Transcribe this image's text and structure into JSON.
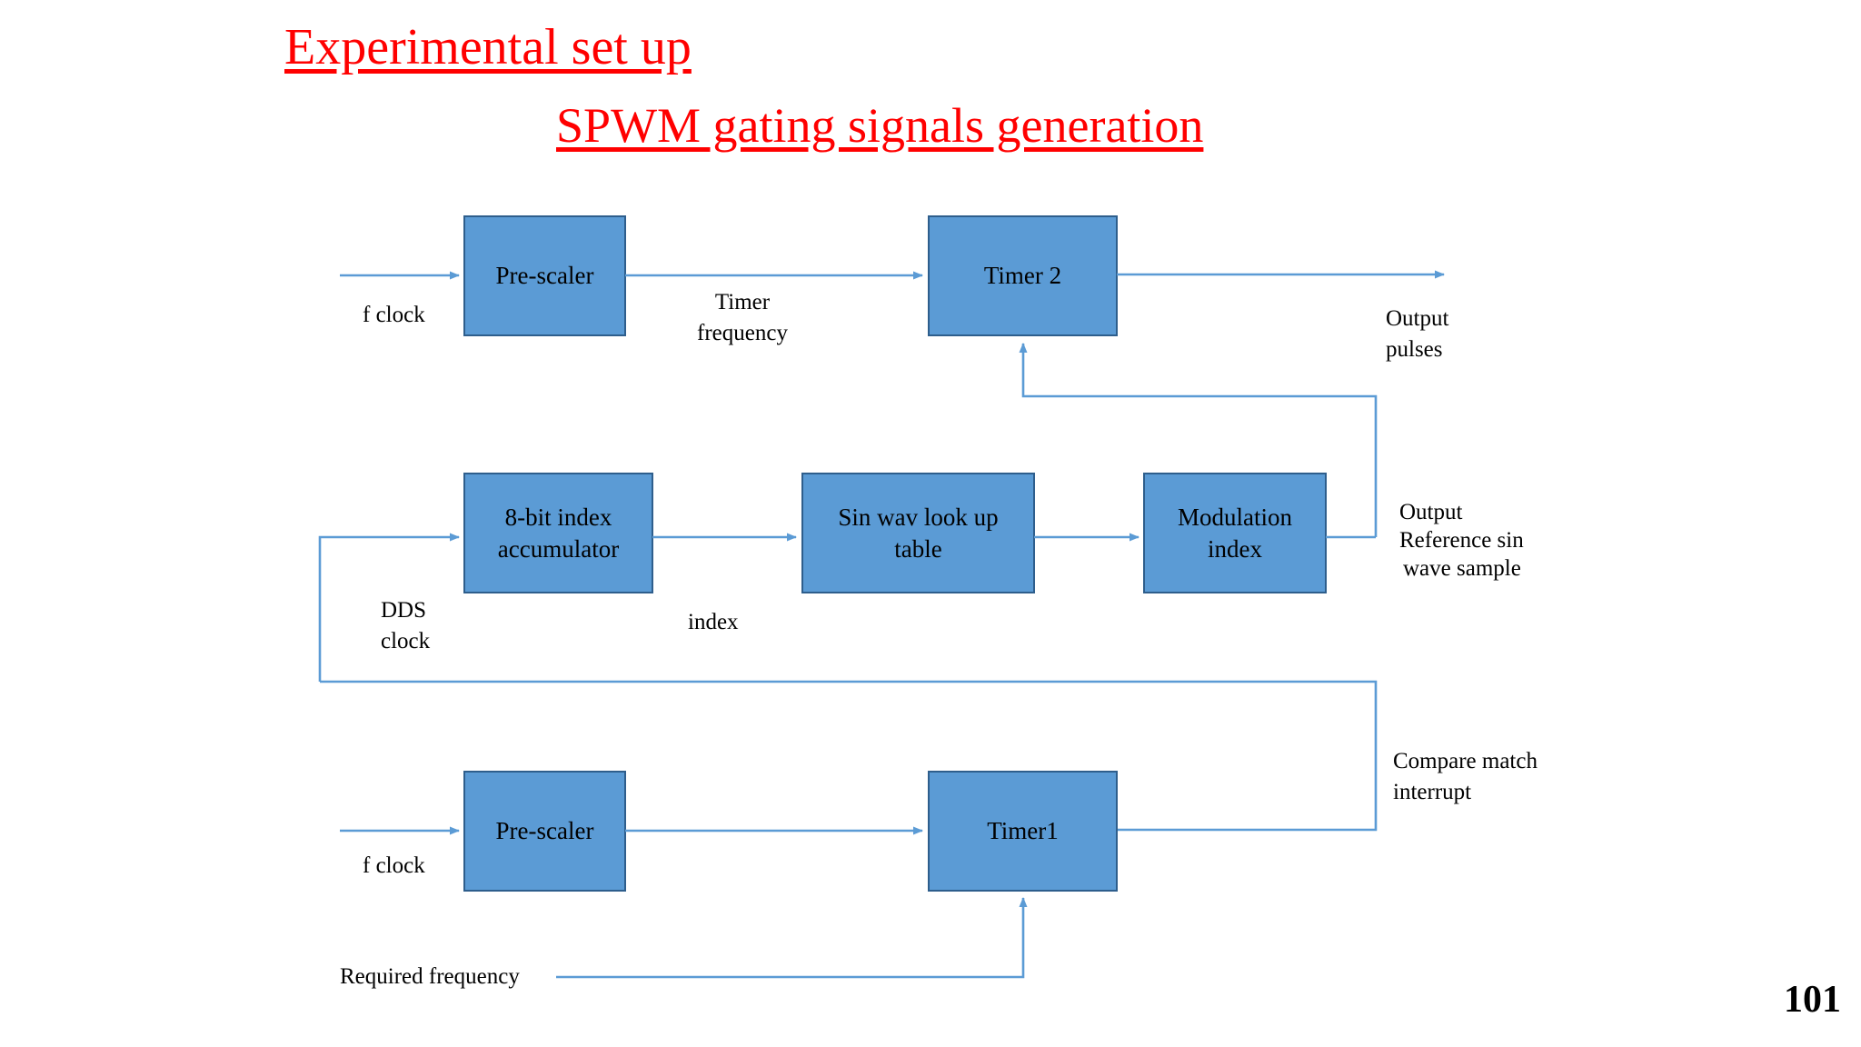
{
  "slide": {
    "title": "Experimental set up",
    "subtitle": "SPWM gating signals generation",
    "page_number": "101",
    "title_color": "#FF0000",
    "block_fill": "#5B9BD5",
    "block_stroke": "#2E5E8C",
    "connector_color": "#5B9BD5",
    "background": "#FFFFFF"
  },
  "blocks": {
    "prescaler_top": "Pre-scaler",
    "timer2": "Timer 2",
    "index_accumulator": "8-bit index\naccumulator",
    "sin_lookup": "Sin wav look up\ntable",
    "modulation_index": "Modulation\nindex",
    "prescaler_bottom": "Pre-scaler",
    "timer1": "Timer1"
  },
  "labels": {
    "f_clock_top": "f clock",
    "timer_frequency": "Timer\nfrequency",
    "output_pulses": "Output\npulses",
    "dds_clock": "DDS\nclock",
    "index": "index",
    "output_reference_line1": "Output",
    "output_reference_line2": "Reference sin",
    "output_reference_line3": "wave sample",
    "compare_match_interrupt": "Compare match\ninterrupt",
    "f_clock_bottom": "f clock",
    "required_frequency": "Required frequency"
  }
}
